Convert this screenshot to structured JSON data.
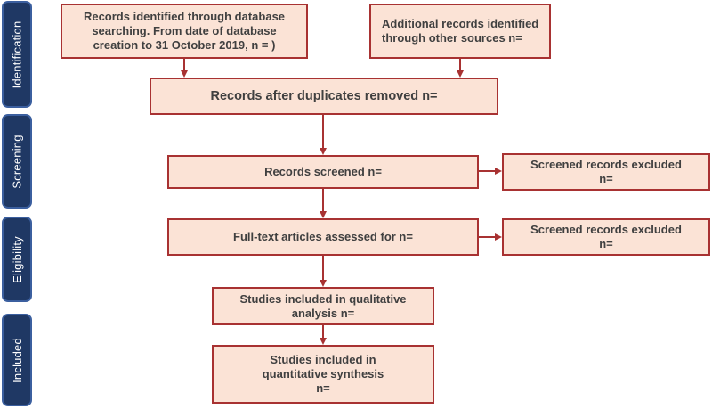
{
  "colors": {
    "phase_fill": "#1f3864",
    "phase_text": "#ffffff",
    "box_fill": "#fbe3d6",
    "box_border": "#a83232",
    "arrow": "#a83232",
    "text": "#404040"
  },
  "phases": {
    "identification": "Identification",
    "screening": "Screening",
    "eligibility": "Eligibility",
    "included": "Included"
  },
  "boxes": {
    "records_identified_db": "Records identified through database\nsearching. From date of database\ncreation to 31 October 2019, n = )",
    "additional_records": "Additional records identified\nthrough other sources   n=",
    "after_duplicates": "Records after duplicates removed n=",
    "records_screened": "Records screened n=",
    "screened_excluded_1": "Screened records excluded\nn=",
    "fulltext_assessed": "Full-text articles assessed for n=",
    "screened_excluded_2": "Screened records excluded\nn=",
    "qualitative": "Studies included in qualitative\nanalysis n=",
    "quantitative": "Studies included in\nquantitative synthesis\nn="
  }
}
